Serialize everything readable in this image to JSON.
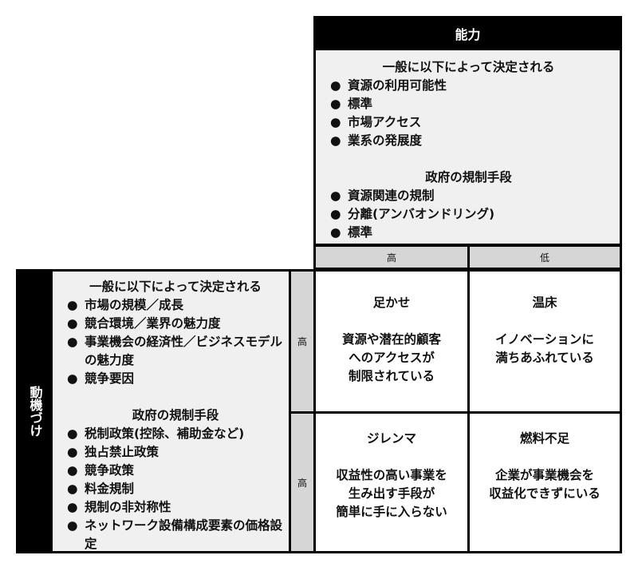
{
  "capability": {
    "header": "能力",
    "general_heading": "一般に以下によって決定される",
    "general_items": [
      "資源の利用可能性",
      "標準",
      "市場アクセス",
      "業系の発展度"
    ],
    "gov_heading": "政府の規制手段",
    "gov_items": [
      "資源関連の規制",
      "分離(アンバオンドリング)",
      "標準"
    ],
    "levels": {
      "high": "高",
      "low": "低"
    }
  },
  "motivation": {
    "header": "動機づけ",
    "general_heading": "一般に以下によって決定される",
    "general_items": [
      "市場の規模／成長",
      "競合環境／業界の魅力度",
      "事業機会の経済性／ビジネスモデルの魅力度",
      "競争要因"
    ],
    "gov_heading": "政府の規制手段",
    "gov_items": [
      "税制政策(控除、補助金など)",
      "独占禁止政策",
      "競争政策",
      "料金規制",
      "規制の非対称性",
      "ネットワーク設備構成要素の価格設定"
    ],
    "levels": {
      "row1": "高",
      "row2": "高"
    }
  },
  "quadrants": {
    "top_left": {
      "title": "足かせ",
      "desc": "資源や潜在的顧客\nへのアクセスが\n制限されている"
    },
    "top_right": {
      "title": "温床",
      "desc": "イノベーションに\n満ちあふれている"
    },
    "bottom_left": {
      "title": "ジレンマ",
      "desc": "収益性の高い事業を\n生み出す手段が\n簡単に手に入らない"
    },
    "bottom_right": {
      "title": "燃料不足",
      "desc": "企業が事業機会を\n収益化できずにいる"
    }
  },
  "colors": {
    "header_bg": "#000000",
    "panel_bg": "#f0f0f0",
    "level_bg": "#d6d6d6",
    "quad_bg": "#ffffff"
  }
}
